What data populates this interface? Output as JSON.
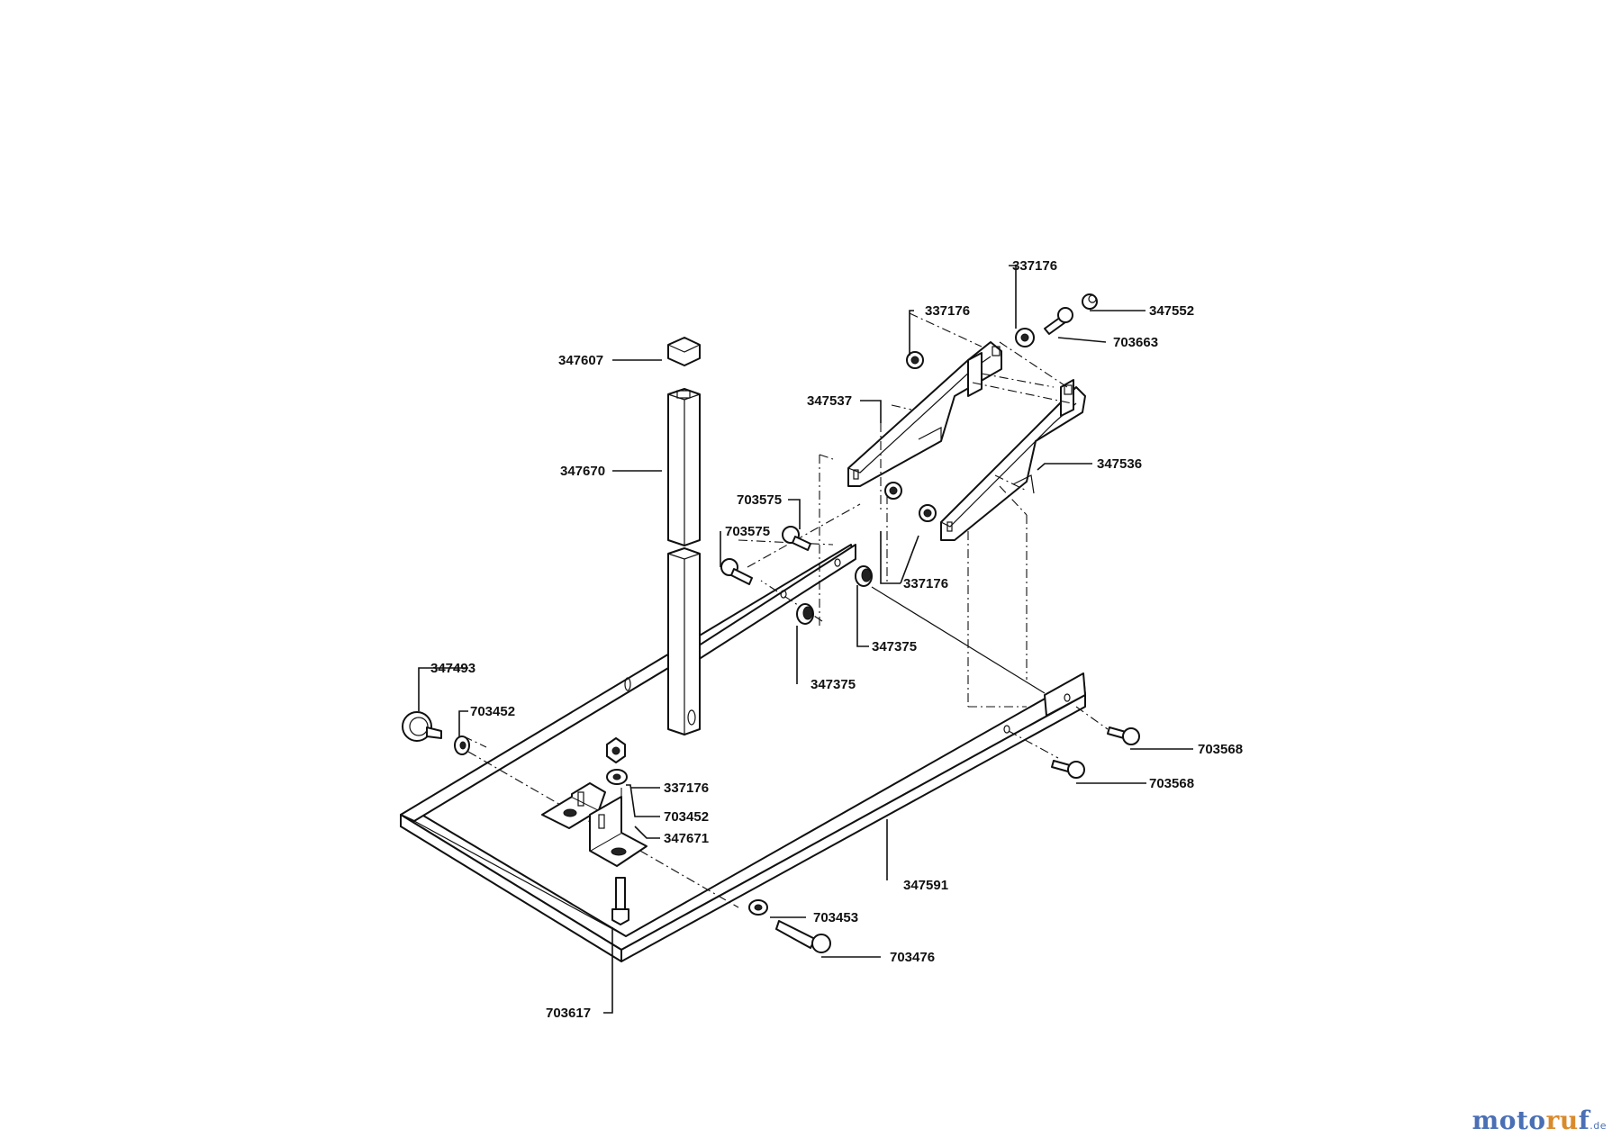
{
  "brand": {
    "name_a": "moto",
    "name_b": "ru",
    "name_c": "f",
    "tld": ".de",
    "colors": {
      "blue": "#4a6fb5",
      "orange": "#d98a2b"
    }
  },
  "labels": {
    "p337176_top": "337176",
    "p337176_mid": "337176",
    "p347552": "347552",
    "p703663": "703663",
    "p347607": "347607",
    "p347537": "347537",
    "p347670": "347670",
    "p347536": "347536",
    "p703575_a": "703575",
    "p703575_b": "703575",
    "p337176_low": "337176",
    "p347375_a": "347375",
    "p347375_b": "347375",
    "p347493": "347493",
    "p703452_a": "703452",
    "p703568_a": "703568",
    "p703568_b": "703568",
    "p337176_base": "337176",
    "p703452_b": "703452",
    "p347671": "347671",
    "p347591": "347591",
    "p703453": "703453",
    "p703476": "703476",
    "p703617": "703617"
  }
}
